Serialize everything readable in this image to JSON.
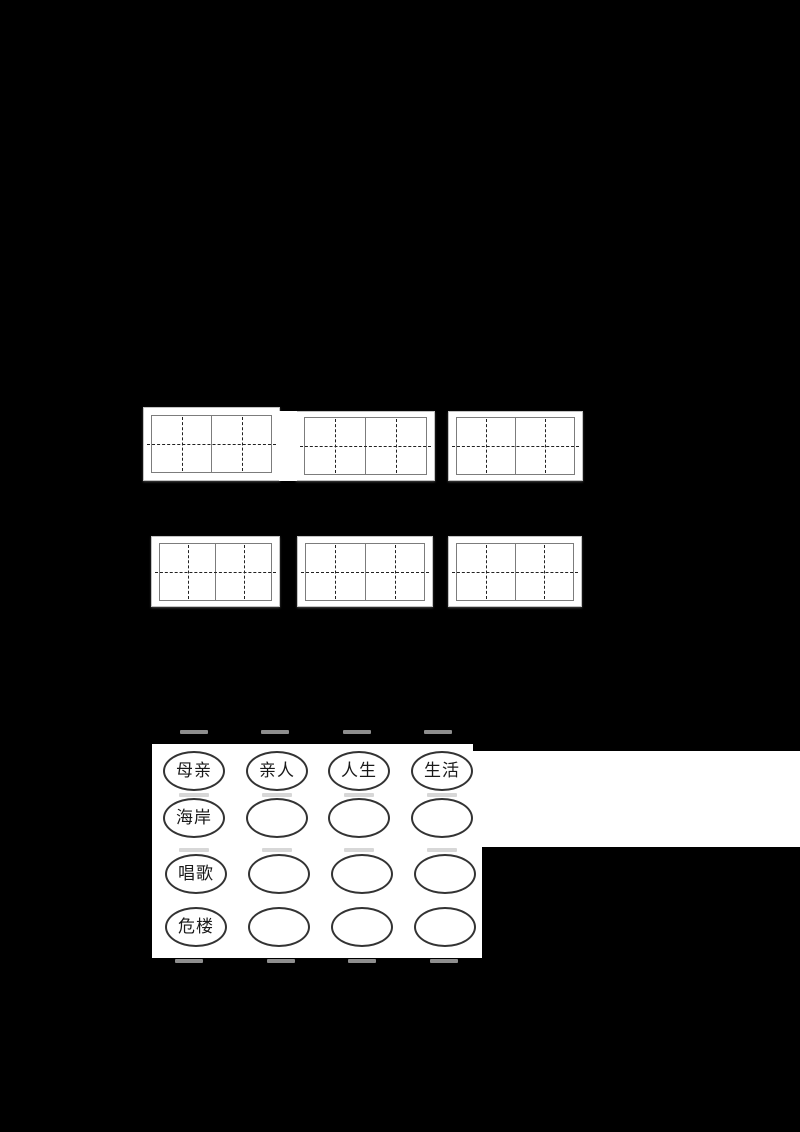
{
  "page": {
    "background_color": "#000000",
    "panel_color": "#ffffff"
  },
  "writing_grid_section": {
    "row_count": 2,
    "boxes_per_row": 3,
    "cells_per_box": 2,
    "line_colors": {
      "solid_inner": "#7c7c7c",
      "dashed": "#222222",
      "outer": "#c2c2c2"
    }
  },
  "word_panel": {
    "oval_border_color": "#333333",
    "text_color": "#1a1a1a",
    "rows": [
      {
        "cells": [
          "母亲",
          "亲人",
          "人生",
          "生活"
        ]
      },
      {
        "cells": [
          "海岸",
          "",
          "",
          ""
        ]
      },
      {
        "cells": [
          "唱歌",
          "",
          "",
          ""
        ]
      },
      {
        "cells": [
          "危楼",
          "",
          "",
          ""
        ]
      }
    ]
  }
}
